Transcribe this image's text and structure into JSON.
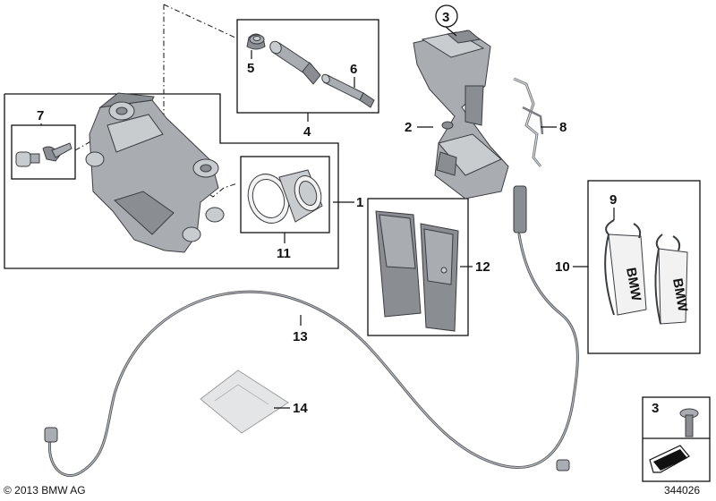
{
  "parts": [
    {
      "id": "1",
      "label": "1"
    },
    {
      "id": "2",
      "label": "2"
    },
    {
      "id": "3",
      "label": "3"
    },
    {
      "id": "4",
      "label": "4"
    },
    {
      "id": "5",
      "label": "5"
    },
    {
      "id": "6",
      "label": "6"
    },
    {
      "id": "7",
      "label": "7"
    },
    {
      "id": "8",
      "label": "8"
    },
    {
      "id": "9",
      "label": "9"
    },
    {
      "id": "10",
      "label": "10"
    },
    {
      "id": "11",
      "label": "11"
    },
    {
      "id": "12",
      "label": "12"
    },
    {
      "id": "13",
      "label": "13"
    },
    {
      "id": "14",
      "label": "14"
    }
  ],
  "legend": {
    "ref_label": "3"
  },
  "footer": {
    "copyright": "© 2013 BMW AG",
    "diagram_number": "344026"
  },
  "spring_text": "BMW"
}
